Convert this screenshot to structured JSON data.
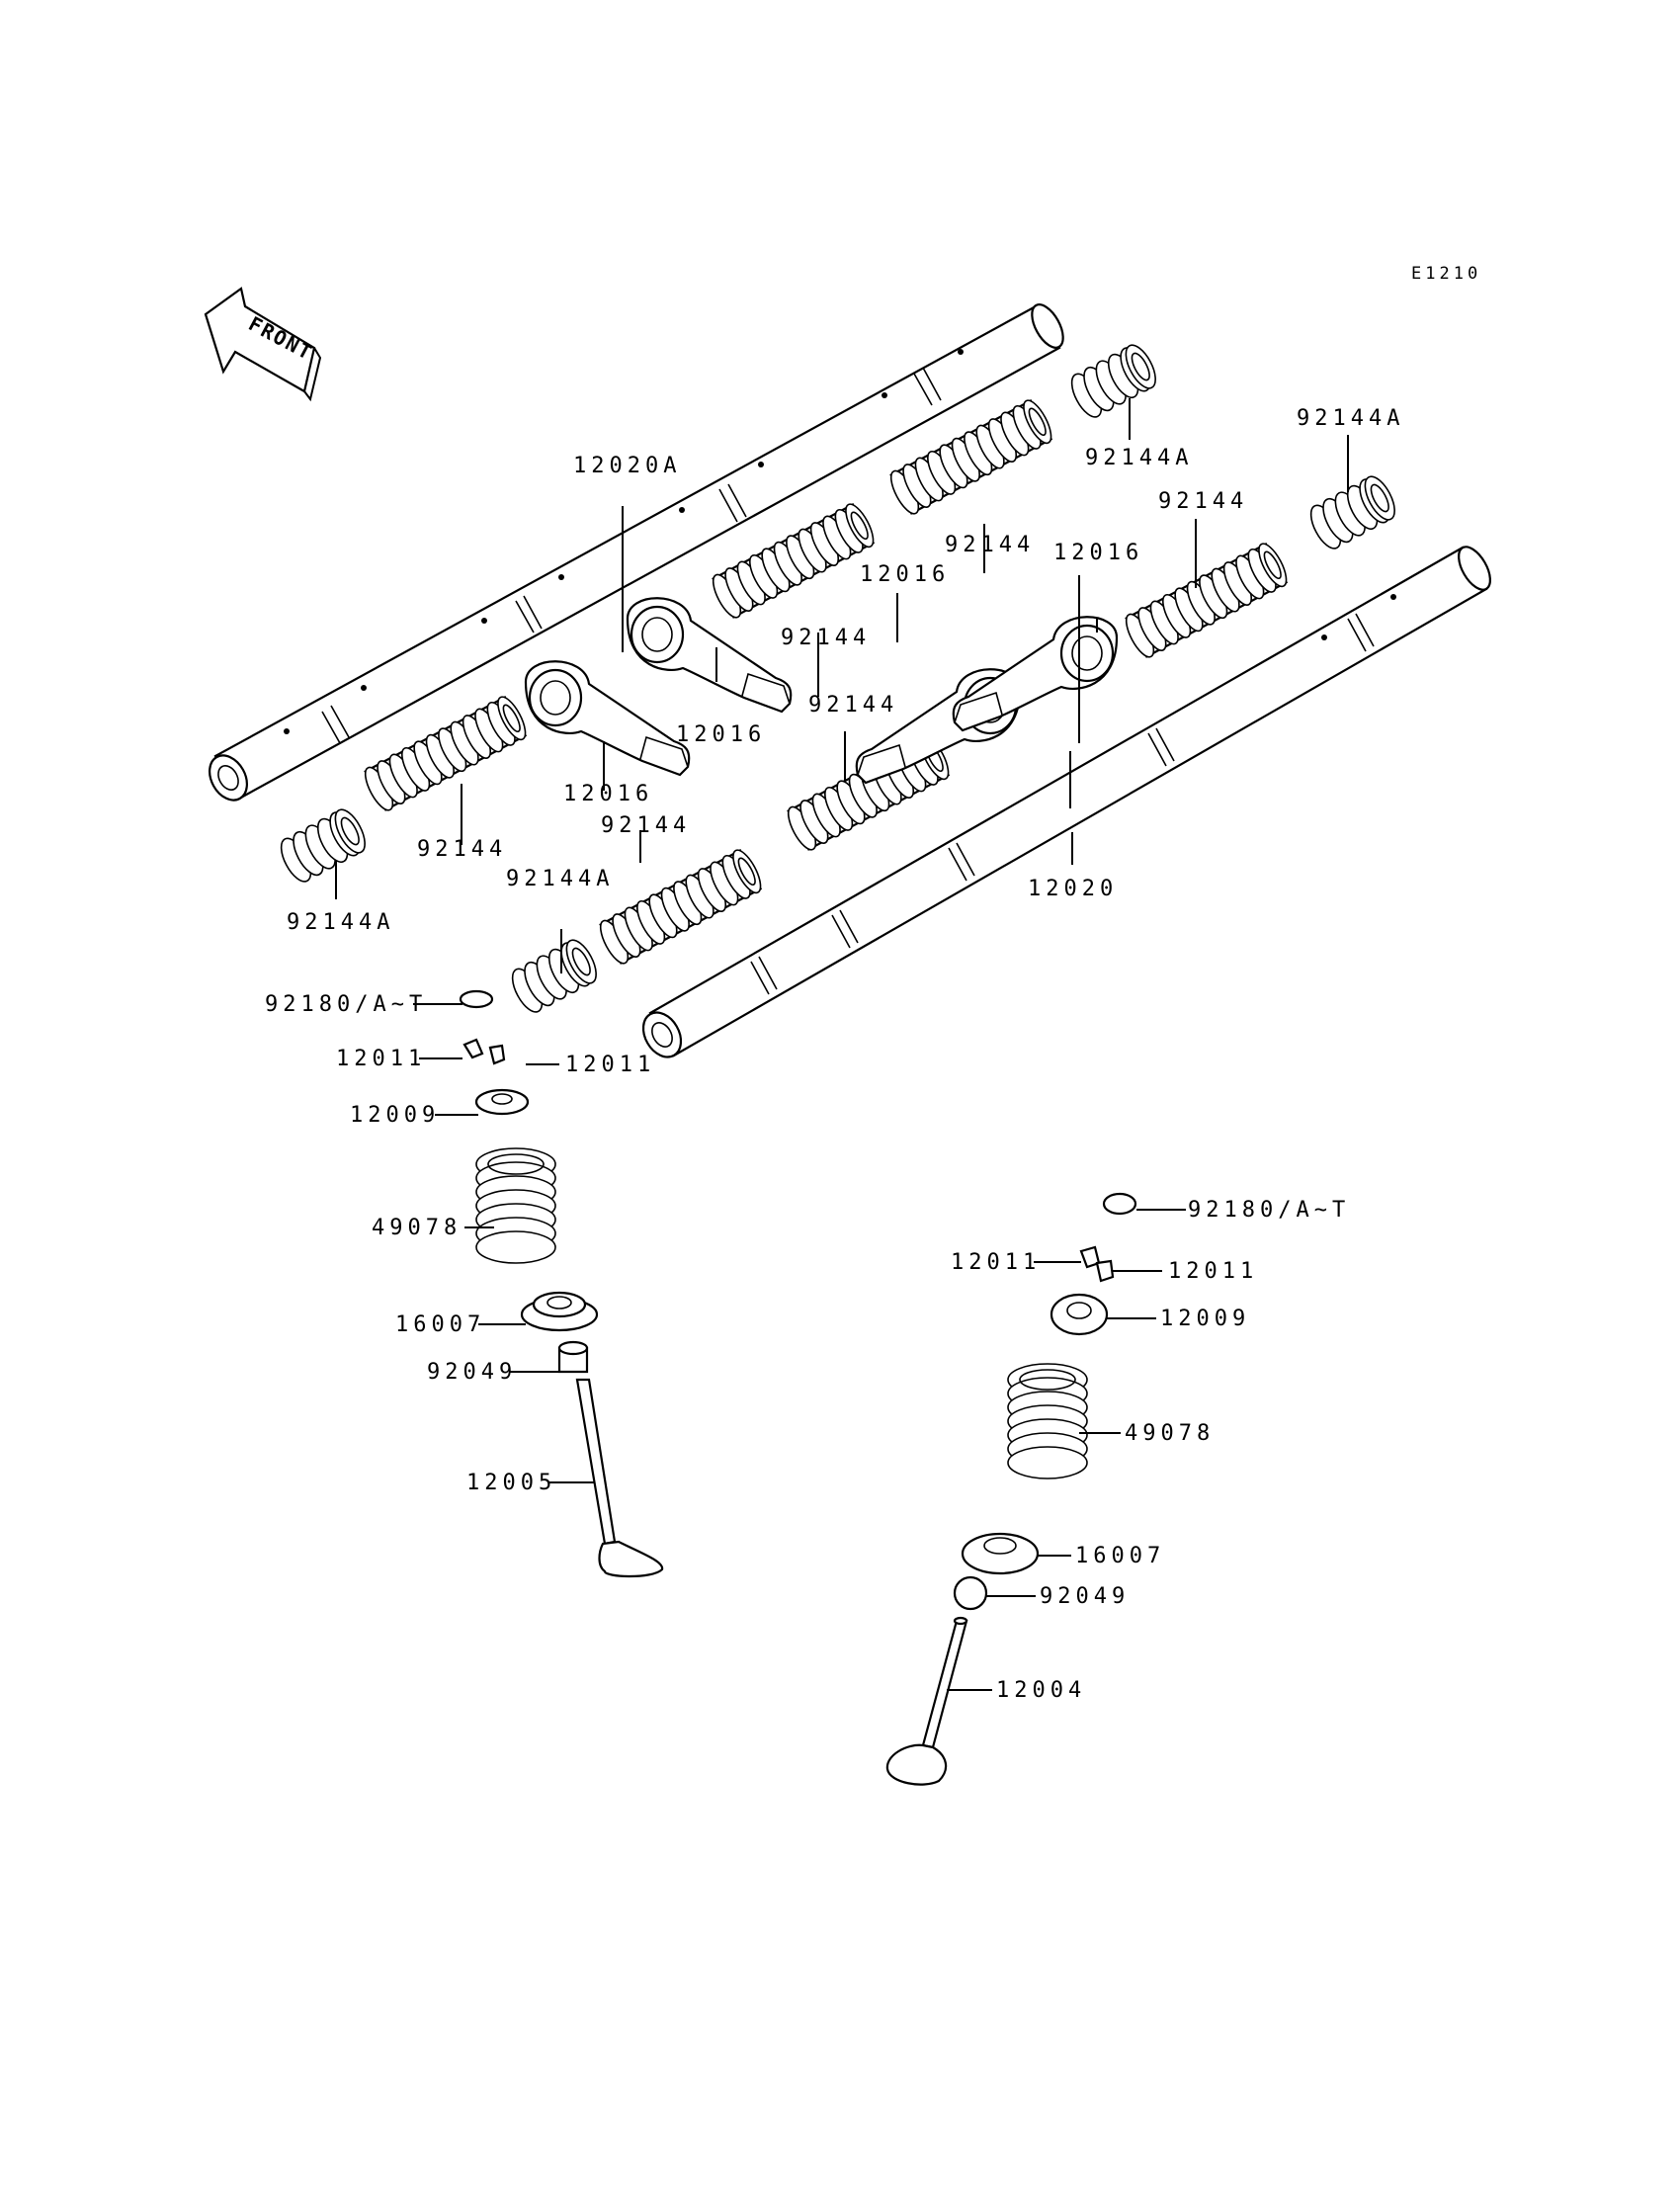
{
  "diagram": {
    "figure_code": "E1210",
    "front_label": "FRONT",
    "labels": {
      "shaft_a": "12020A",
      "shaft": "12020",
      "rocker_arm": "12016",
      "spring": "92144",
      "spring_a": "92144A",
      "shim": "92180/A~T",
      "cotter": "12011",
      "retainer": "12009",
      "valve_spring": "49078",
      "spring_seat": "16007",
      "oil_seal": "92049",
      "valve_exhaust": "12005",
      "valve_intake": "12004"
    }
  }
}
